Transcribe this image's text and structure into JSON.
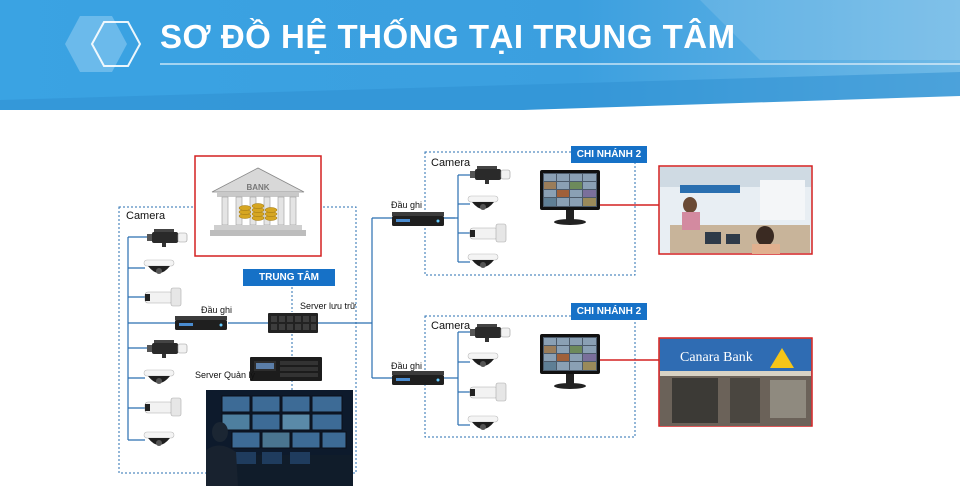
{
  "header": {
    "title": "SƠ ĐỒ HỆ THỐNG TẠI TRUNG TÂM"
  },
  "central": {
    "tag": "TRUNG TÂM",
    "camera_label": "Camera",
    "recorder_label": "Đầu ghi",
    "storage_label": "Server lưu trữ",
    "management_label": "Server Quản lý",
    "bank_sign": "BANK"
  },
  "branch_top": {
    "tag": "CHI NHÁNH 2",
    "camera_label": "Camera",
    "recorder_label": "Đầu ghi"
  },
  "branch_bottom": {
    "tag": "CHI NHÁNH 2",
    "camera_label": "Camera",
    "recorder_label": "Đầu ghi",
    "bank_sign": "Canara Bank"
  },
  "colors": {
    "header_blue": "#3aa0e0",
    "tag_blue": "#1671c7",
    "line_blue": "#2a6fb0",
    "link_red": "#d42020",
    "frame_red": "#d42020"
  },
  "icons": {
    "bank": "bank-building-icon",
    "box_camera": "box-camera-icon",
    "dome_camera": "dome-camera-icon",
    "bullet_camera": "bullet-camera-icon",
    "recorder": "dvr-icon",
    "storage_server": "rack-server-icon",
    "management_server": "management-server-icon",
    "monitor": "monitor-icon"
  }
}
